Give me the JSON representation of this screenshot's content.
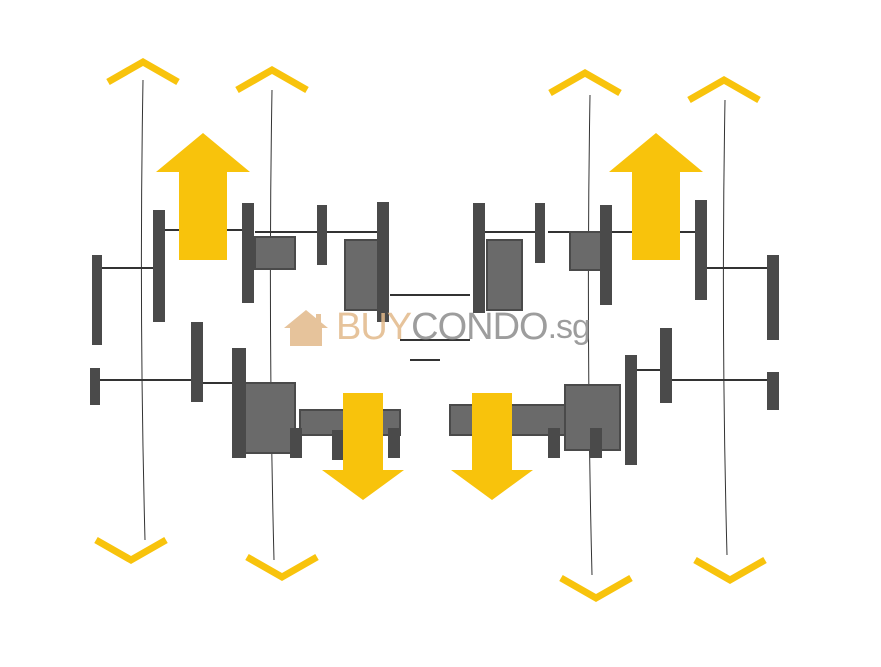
{
  "watermark": {
    "brand_part1": "BUY",
    "brand_part2": "CONDO",
    "brand_suffix": ".sg"
  },
  "colors": {
    "arrow": "#f8c30c",
    "wall": "#4a4a4a",
    "line": "#333333",
    "watermark_house": "#e2b98a",
    "watermark_text": "#8c8c8c"
  }
}
